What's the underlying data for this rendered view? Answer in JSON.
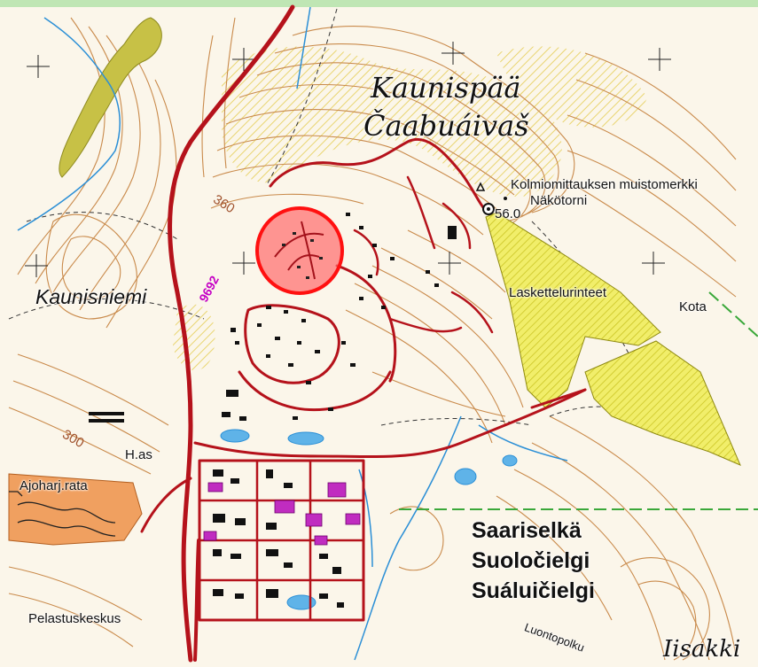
{
  "map": {
    "colors": {
      "background": "#fbf6ea",
      "contour": "#c98a4b",
      "road": "#b5121b",
      "water": "#2b8fd6",
      "ski_slope": "#e4e23a",
      "marsh": "#b5b52a",
      "highlight": "#ff5a5a",
      "building": "#111111",
      "commercial": "#c02cc0",
      "top_band": "#bfe6b4"
    },
    "labels": {
      "kaunispaa": "Kaunispää",
      "caabuaivas": "Čaabuáivaš",
      "kolmiomittaus": "Kolmiomittauksen muistomerkki",
      "nakotorni": "Näkötorni",
      "elevation": "56.0",
      "laskettelurinteet": "Laskettelurinteet",
      "kota": "Kota",
      "kaunisniemi": "Kaunisniemi",
      "road_number": "9692",
      "contour_360": "360",
      "contour_300": "300",
      "has": "H.as",
      "ajoharjrata": "Ajoharj.rata",
      "saariselka": "Saariselkä",
      "suolocielgi": "Suoločielgi",
      "sualucielgi": "Suáluičielgi",
      "pelastuskeskus": "Pelastuskeskus",
      "luontopolku": "Luontopolku",
      "iisakki": "Iisakki"
    },
    "icons": {
      "monument": "monument-icon",
      "tower": "tower-icon"
    }
  }
}
